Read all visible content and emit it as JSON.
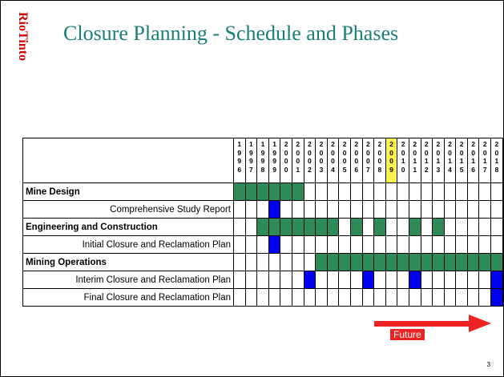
{
  "logo_text": "RioTinto",
  "title": "Closure Planning - Schedule and Phases",
  "years": [
    "1996",
    "1997",
    "1998",
    "1999",
    "2000",
    "2001",
    "2002",
    "2003",
    "2004",
    "2005",
    "2006",
    "2007",
    "2008",
    "2009",
    "2010",
    "2011",
    "2012",
    "2013",
    "2014",
    "2015",
    "2016",
    "2017",
    "2018"
  ],
  "highlight_year": "2009",
  "colors": {
    "title": "#1a7e78",
    "activity": "#2e8b57",
    "milestone": "#0000ee",
    "highlight": "#fff44d",
    "arrow": "#ee2222",
    "logo": "#cc0000"
  },
  "rows": [
    {
      "label": "Mine Design",
      "bold": true,
      "cells": "gggggg..................."
    },
    {
      "label": "Comprehensive Study Report",
      "bold": false,
      "cells": "...b..................."
    },
    {
      "label": "Engineering and Construction",
      "bold": true,
      "cells": "..ggggggg.g.g..g.g...."
    },
    {
      "label": "Initial Closure and Reclamation Plan",
      "bold": false,
      "cells": "...b..................."
    },
    {
      "label": "Mining Operations",
      "bold": true,
      "cells": ".......gggggggggggggggg"
    },
    {
      "label": "Interim Closure and Reclamation Plan",
      "bold": false,
      "cells": "......b....b...b......b.."
    },
    {
      "label": "Final Closure and Reclamation Plan",
      "bold": false,
      "cells": "......................b"
    }
  ],
  "future_label": "Future",
  "page_number": "3"
}
